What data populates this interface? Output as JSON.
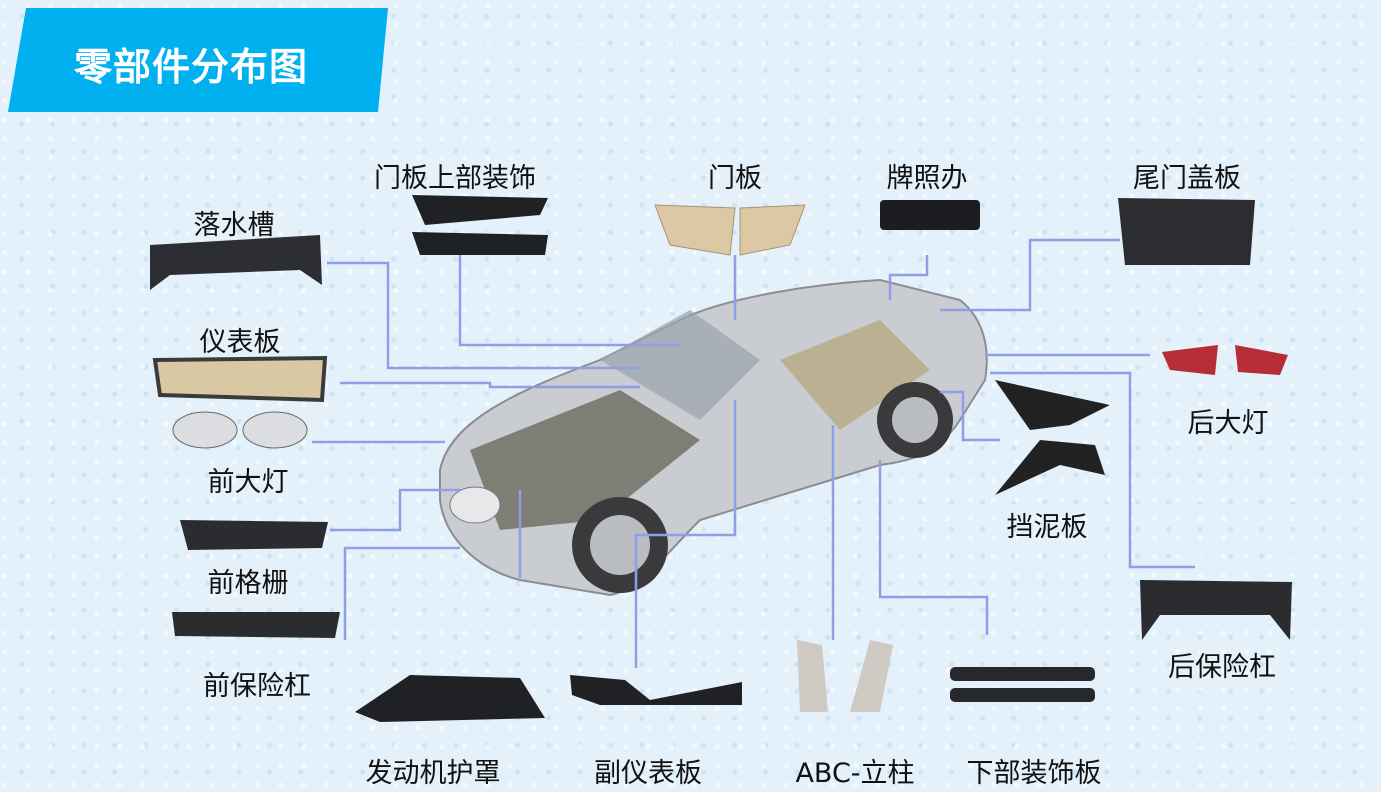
{
  "title": "零部件分布图",
  "accent_color": "#00b0ef",
  "line_color": "#8f9ee6",
  "parts": {
    "gutter": "落水槽",
    "door_upper_trim": "门板上部装饰",
    "door_panel": "门板",
    "license_plate": "牌照办",
    "tailgate_cover": "尾门盖板",
    "instrument_panel": "仪表板",
    "rear_lamp": "后大灯",
    "headlamp": "前大灯",
    "fender": "挡泥板",
    "front_grille": "前格栅",
    "front_bumper": "前保险杠",
    "rear_bumper": "后保险杠",
    "engine_cover": "发动机护罩",
    "console": "副仪表板",
    "abc_pillar": "ABC-立柱",
    "lower_trim": "下部装饰板"
  }
}
